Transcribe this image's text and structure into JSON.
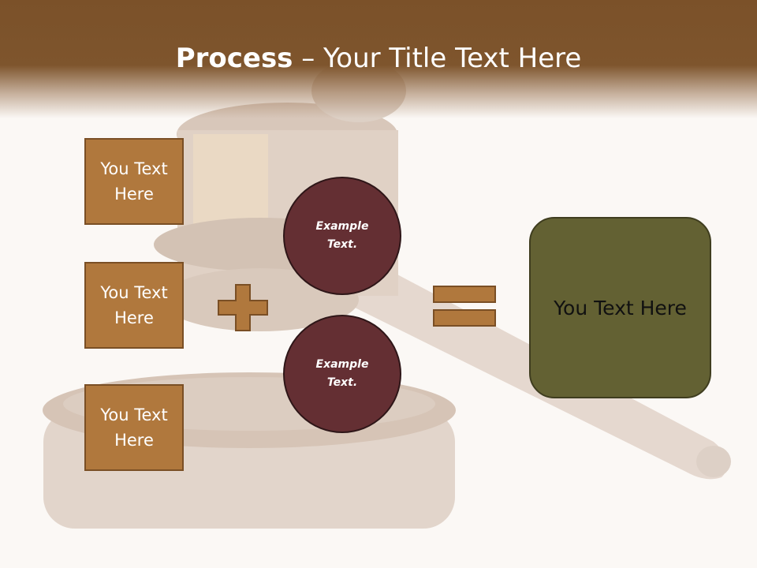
{
  "slide": {
    "title_bold": "Process",
    "title_rest": " – Your Title Text Here",
    "background": "gavel-photo"
  },
  "left_boxes": [
    {
      "label": "You Text Here"
    },
    {
      "label": "You Text Here"
    },
    {
      "label": "You Text Here"
    }
  ],
  "plus_icon": "plus-icon",
  "circles": [
    {
      "label": "Example Text."
    },
    {
      "label": "Example Text."
    }
  ],
  "equals_icon": "equals-icon",
  "result_box": {
    "label": "You Text Here"
  },
  "colors": {
    "header": "#7b5129",
    "box_fill": "#b0783d",
    "circle_fill": "#642f33",
    "result_fill": "#636133",
    "operator_fill": "#b0783d"
  }
}
